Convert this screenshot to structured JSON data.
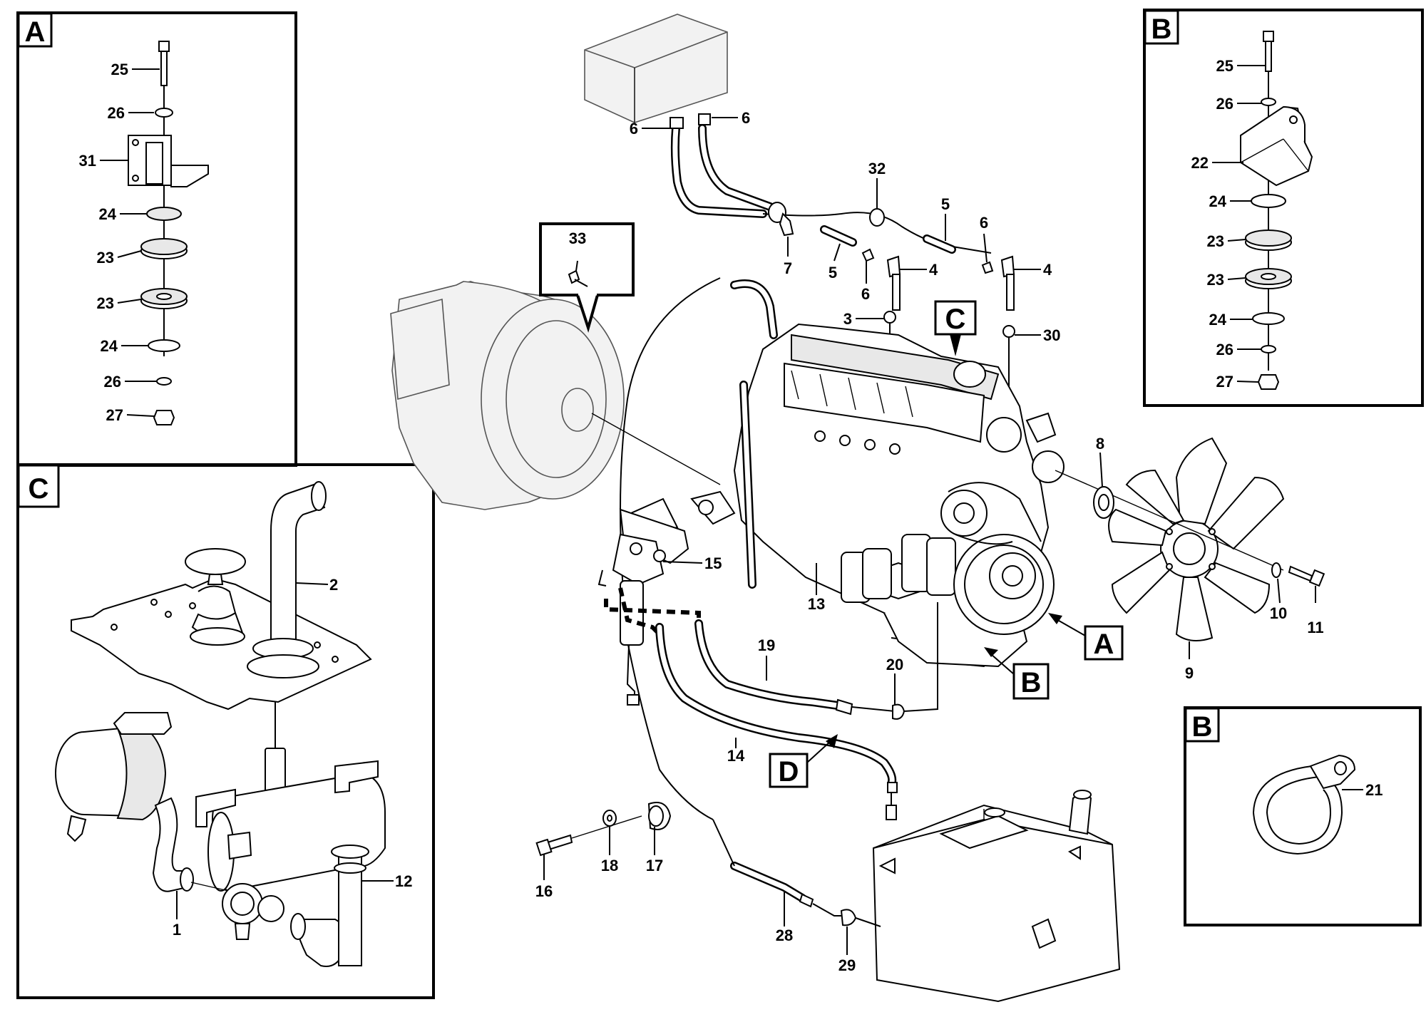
{
  "insets": {
    "a": {
      "label": "A",
      "parts": [
        "25",
        "26",
        "31",
        "24",
        "23",
        "23",
        "24",
        "26",
        "27"
      ]
    },
    "b_top": {
      "label": "B",
      "parts": [
        "25",
        "26",
        "22",
        "24",
        "23",
        "23",
        "24",
        "26",
        "27"
      ]
    },
    "c": {
      "label": "C",
      "parts": [
        "2",
        "12",
        "1"
      ]
    },
    "b_clamp": {
      "label": "B",
      "parts": [
        "21"
      ]
    }
  },
  "main": {
    "parts": [
      "6",
      "6",
      "32",
      "5",
      "6",
      "33",
      "7",
      "5",
      "4",
      "6",
      "4",
      "3",
      "30",
      "8",
      "15",
      "13",
      "19",
      "20",
      "14",
      "10",
      "11",
      "9",
      "16",
      "18",
      "17",
      "28",
      "29"
    ],
    "view_labels": [
      "C",
      "B",
      "A",
      "D"
    ]
  }
}
